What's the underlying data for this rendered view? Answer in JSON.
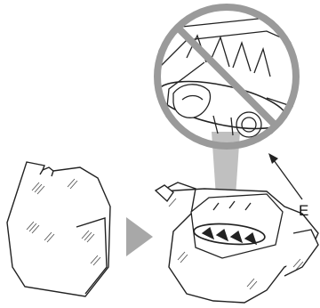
{
  "callout": {
    "label": "E"
  },
  "colors": {
    "line": "#222222",
    "prohibition_ring": "#9a9a9a",
    "zoom_callout": "#b5b5b5",
    "arrow": "#a8a8a8",
    "hatch": "#555555"
  },
  "icons": [
    "prohibition-sign",
    "arrow-right",
    "packaging-bag",
    "opened-packaging",
    "print-head-nozzles"
  ]
}
